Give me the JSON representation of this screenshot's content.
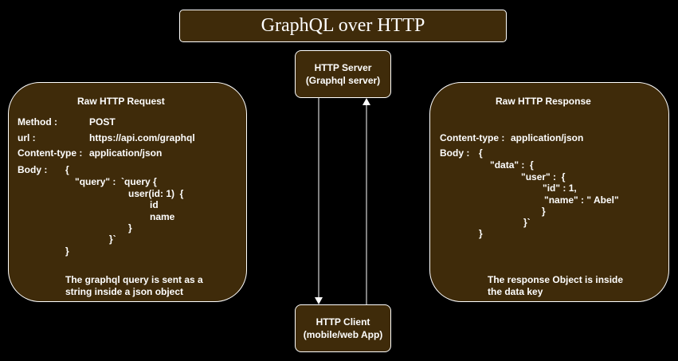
{
  "title": "GraphQL over HTTP",
  "server": {
    "line1": "HTTP Server",
    "line2": "(Graphql server)"
  },
  "client": {
    "line1": "HTTP Client",
    "line2": "(mobile/web App)"
  },
  "request": {
    "title": "Raw HTTP Request",
    "method_label": "Method :",
    "method_value": "POST",
    "url_label": "url :",
    "url_value": "https://api.com/graphql",
    "content_type_label": "Content-type :",
    "content_type_value": "application/json",
    "body_label": "Body :",
    "body_lines": [
      "{",
      "\"query\" :  `query {",
      "user(id: 1)  {",
      "id",
      "name",
      "}",
      "}`",
      "}"
    ],
    "note_line1": "The graphql query is sent as a",
    "note_line2": "string inside a json object"
  },
  "response": {
    "title": "Raw HTTP Response",
    "content_type_label": "Content-type :",
    "content_type_value": "application/json",
    "body_label": "Body :",
    "body_lines": [
      "{",
      "\"data\" :  {",
      "\"user\" :  {",
      "\"id\" : 1,",
      "\"name\" : \" Abel\"",
      "}",
      "}`",
      "}"
    ],
    "note_line1": "The response Object is inside",
    "note_line2": "the data key"
  },
  "colors": {
    "background": "#000000",
    "box_fill": "#3f2b0a",
    "stroke": "#ffffff"
  }
}
